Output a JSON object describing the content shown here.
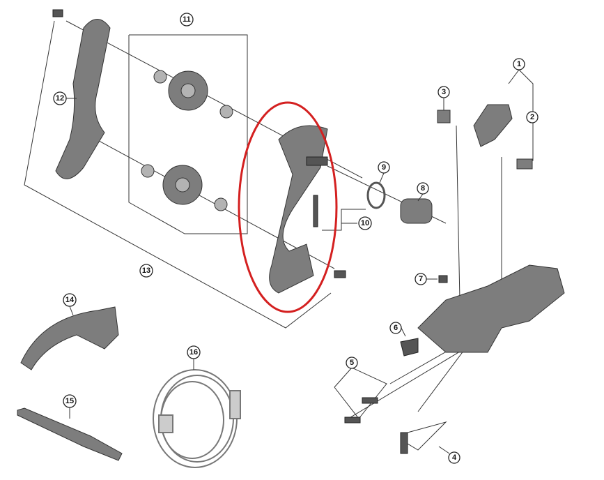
{
  "diagram": {
    "callouts": [
      "1",
      "2",
      "3",
      "4",
      "5",
      "6",
      "7",
      "8",
      "9",
      "10",
      "11",
      "12",
      "13",
      "14",
      "15",
      "16"
    ],
    "highlight_color": "#d42020",
    "part_color": "#7d7d7d"
  }
}
